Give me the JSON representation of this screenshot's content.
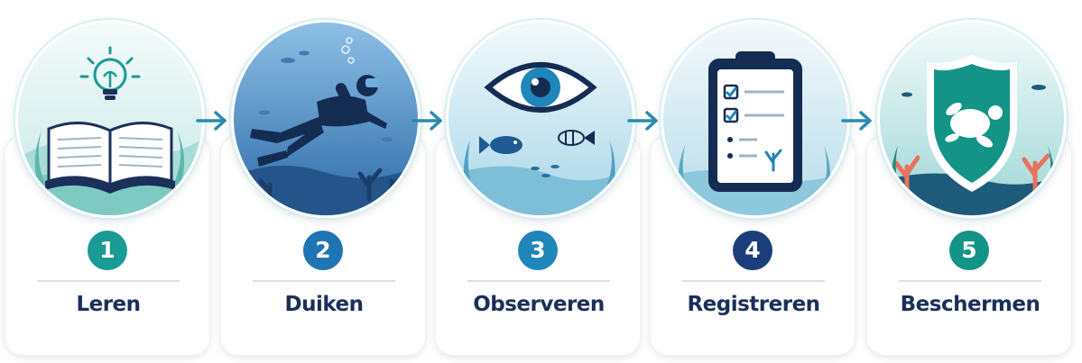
{
  "steps": [
    {
      "number": "1",
      "label": "Leren",
      "badge_color": "#1a9a94"
    },
    {
      "number": "2",
      "label": "Duiken",
      "badge_color": "#1f74b3"
    },
    {
      "number": "3",
      "label": "Observeren",
      "badge_color": "#1e86b8"
    },
    {
      "number": "4",
      "label": "Registreren",
      "badge_color": "#1b3e7a"
    },
    {
      "number": "5",
      "label": "Beschermen",
      "badge_color": "#149387"
    }
  ],
  "colors": {
    "navy": "#1a2f5a",
    "teal": "#1a9a94",
    "arrow": "#2a8bb0",
    "coral": "#e8735c"
  },
  "icons": [
    "lightbulb-icon",
    "open-book-icon",
    "scuba-diver-icon",
    "eye-icon",
    "fish-icon",
    "clipboard-checklist-icon",
    "shield-icon",
    "turtle-icon"
  ]
}
